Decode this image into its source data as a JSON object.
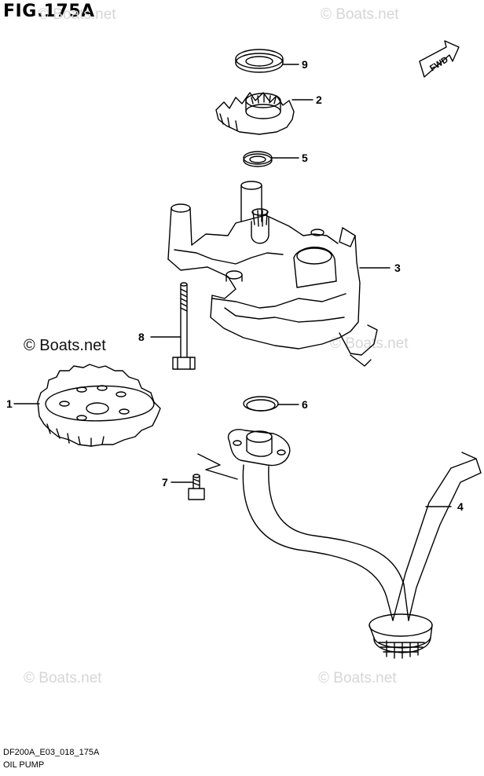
{
  "title": "FIG.175A",
  "footer": {
    "code": "DF200A_E03_018_175A",
    "name": "OIL PUMP"
  },
  "fwd_label": "FWD",
  "watermarks": {
    "main": "© Boats.net",
    "faint": "© Boats.net"
  },
  "callouts": [
    {
      "id": "9",
      "label": "9"
    },
    {
      "id": "2",
      "label": "2"
    },
    {
      "id": "5",
      "label": "5"
    },
    {
      "id": "3",
      "label": "3"
    },
    {
      "id": "8",
      "label": "8"
    },
    {
      "id": "1",
      "label": "1"
    },
    {
      "id": "6",
      "label": "6"
    },
    {
      "id": "7",
      "label": "7"
    },
    {
      "id": "4",
      "label": "4"
    }
  ],
  "colors": {
    "line": "#000000",
    "watermark_faint": "#d6d6d6",
    "watermark_dark": "#111111"
  }
}
